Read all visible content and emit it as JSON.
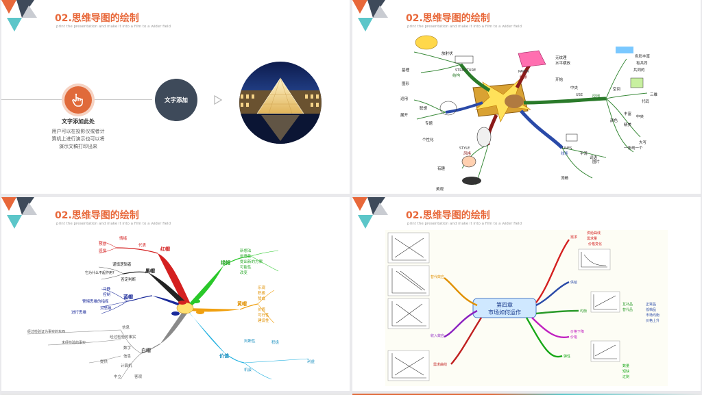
{
  "slides": [
    {
      "title": "02.思维导图的绘制",
      "subtitle": "print the presentation and make it into a film to a wider field",
      "caption_title": "文字添加此处",
      "caption_lines": [
        "用户可以在投影仪或者计",
        "算机上进行演示也可以将",
        "演示文稿打印出来"
      ],
      "circle_text": "文字添加",
      "icons": [
        "hand-pointer-icon",
        "play-arrow-icon"
      ]
    },
    {
      "title": "02.思维导图的绘制",
      "subtitle": "print the presentation and make it into a film to a wider field",
      "mindmap_labels": [
        "放射状",
        "结构",
        "STRUCTURE",
        "基理",
        "图形",
        "运用",
        "展开",
        "联想",
        "专题",
        "个性化",
        "STYLE",
        "风格",
        "有趣",
        "美观",
        "PAPER",
        "纸张",
        "无纹理",
        "水平横放",
        "开始",
        "中央",
        "LINES",
        "线条",
        "平滑",
        "流畅",
        "词语",
        "图片",
        "颜色",
        "代码",
        "三维",
        "空间",
        "USE",
        "应用",
        "色彩丰富",
        "有共同",
        "共同的",
        "中央",
        "大写",
        "一条线一个",
        "丰富",
        "精美"
      ]
    },
    {
      "title": "02.思维导图的绘制",
      "subtitle": "print the presentation and make it into a film to a wider field",
      "branches": [
        {
          "name": "红帽",
          "items": [
            "情绪",
            "代表",
            "预感",
            "感觉"
          ]
        },
        {
          "name": "黑帽",
          "items": [
            "谨慎逻辑者",
            "它为什么不起作用?",
            "否定判断"
          ]
        },
        {
          "name": "蓝帽",
          "items": [
            "冷静",
            "控制",
            "警惕思维的指挥",
            "对思维",
            "进行思维"
          ]
        },
        {
          "name": "白帽",
          "items": [
            "信息",
            "经过检验的事实",
            "经过检验证为事实的东西",
            "未经检验的事实",
            "数字",
            "信息",
            "计算机",
            "提供",
            "中立",
            "客观"
          ]
        },
        {
          "name": "绿帽",
          "items": [
            "新想法",
            "创造性",
            "提出新的方案",
            "可能性",
            "改变"
          ]
        },
        {
          "name": "黄帽",
          "items": [
            "乐观",
            "积极",
            "赞成",
            "价值",
            "可行性",
            "建设性"
          ]
        },
        {
          "name": "价值",
          "items": [
            "判断性",
            "积极",
            "机会",
            "利益"
          ]
        }
      ]
    },
    {
      "title": "02.思维导图的绘制",
      "subtitle": "print the presentation and make it into a film to a wider field",
      "center_title": "第四章",
      "center_subtitle": "市场如何运作",
      "branch_labels": [
        "需求",
        "供给",
        "均衡",
        "价格",
        "弹性",
        "替代效应",
        "收入效应",
        "需求曲线",
        "供给曲线",
        "需求量",
        "价格变化",
        "互补品",
        "替代品",
        "正常品",
        "低档品",
        "市场均衡",
        "价格上升",
        "价格下降",
        "数量",
        "短缺",
        "过剩"
      ]
    }
  ]
}
